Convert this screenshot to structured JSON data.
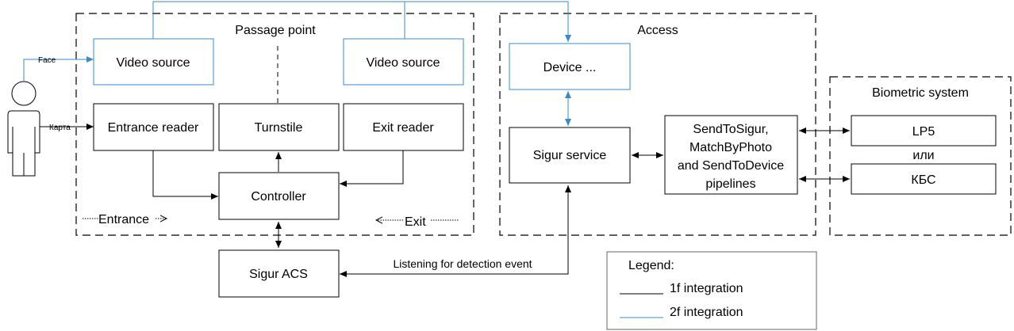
{
  "groups": {
    "passage": "Passage point",
    "access": "Access",
    "biometric": "Biometric system"
  },
  "person": {
    "face_label": "Face",
    "card_label": "Карта"
  },
  "nodes": {
    "video_source_1": "Video source",
    "video_source_2": "Video source",
    "entrance_reader": "Entrance reader",
    "turnstile": "Turnstile",
    "exit_reader": "Exit reader",
    "controller": "Controller",
    "device": "Device ...",
    "sigur_service": "Sigur service",
    "pipelines": [
      "SendToSigur,",
      "MatchByPhoto",
      "and SendToDevice",
      "pipelines"
    ],
    "lp5": "LP5",
    "or_label": "или",
    "kbs": "КБС",
    "sigur_acs": "Sigur ACS"
  },
  "directions": {
    "entrance": "Entrance",
    "exit": "Exit"
  },
  "edge_labels": {
    "listening": "Listening for detection event"
  },
  "legend": {
    "title": "Legend:",
    "items": [
      {
        "label": "1f integration",
        "color": "#000000"
      },
      {
        "label": "2f integration",
        "color": "#3a8ac8"
      }
    ]
  },
  "colors": {
    "blue": "#3a8ac8",
    "black": "#000000",
    "group_border": "#000000"
  }
}
